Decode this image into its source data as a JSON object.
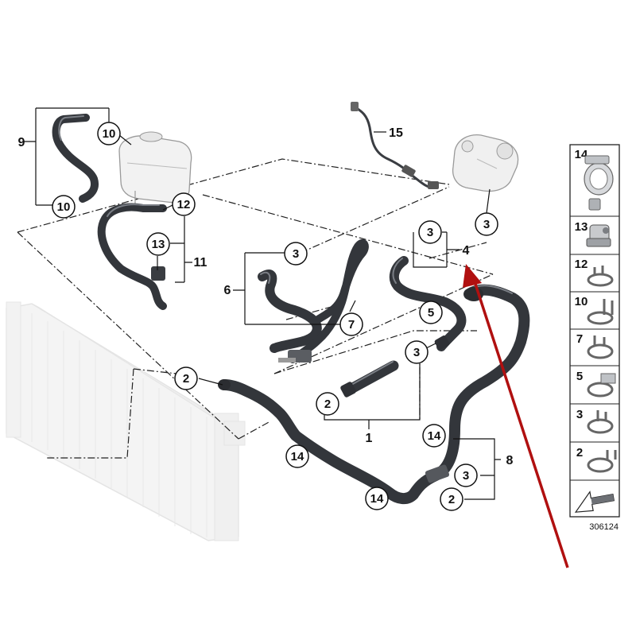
{
  "callouts": {
    "c10_top": "10",
    "c10_bottom": "10",
    "c12": "12",
    "c13": "13",
    "c3_center": "3",
    "c3_right_a": "3",
    "c3_right_b": "3",
    "c7": "7",
    "c2_left": "2",
    "c3_mid": "3",
    "c2_mid": "2",
    "c5": "5",
    "c14_a": "14",
    "c14_b": "14",
    "c14_c": "14",
    "c3_lower": "3",
    "c2_lower": "2"
  },
  "labels": {
    "l9": "9",
    "l15": "15",
    "l11": "11",
    "l6": "6",
    "l4": "4",
    "l1": "1",
    "l8": "8"
  },
  "legend": [
    "14",
    "13",
    "12",
    "10",
    "7",
    "5",
    "3",
    "2"
  ],
  "reference_number": "306124",
  "colors": {
    "annotation_arrow": "#b01010",
    "hose": "#33363b",
    "radiator": "#e7e7e7"
  }
}
